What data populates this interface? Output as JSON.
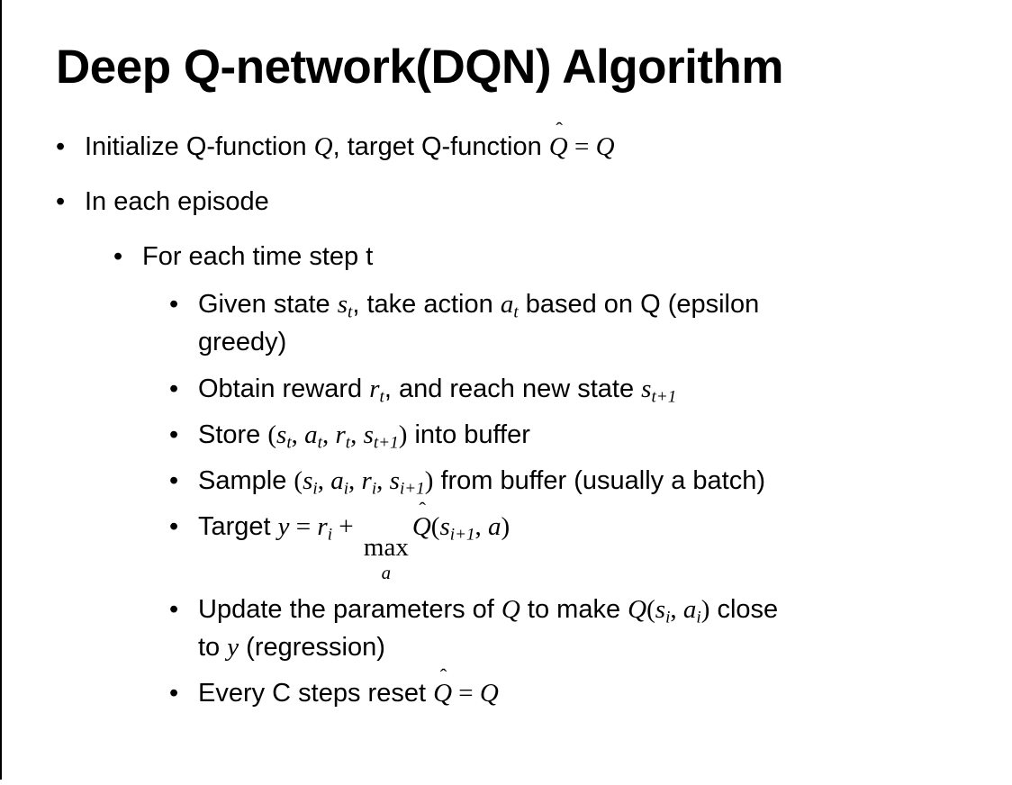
{
  "slide": {
    "title": "Deep Q-network(DQN) Algorithm",
    "bullet_glyph": "•"
  },
  "bullets": [
    {
      "level": 1,
      "segments": [
        {
          "t": "text",
          "v": "Initialize Q-function "
        },
        {
          "t": "var",
          "v": "Q"
        },
        {
          "t": "text",
          "v": ", target Q-function "
        },
        {
          "t": "hat",
          "v": "Q",
          "accent": "ˆ"
        },
        {
          "t": "math",
          "v": " = "
        },
        {
          "t": "var",
          "v": "Q"
        }
      ]
    },
    {
      "level": 1,
      "segments": [
        {
          "t": "text",
          "v": "In each episode"
        }
      ]
    },
    {
      "level": 2,
      "segments": [
        {
          "t": "text",
          "v": "For each time step t"
        }
      ]
    },
    {
      "level": 3,
      "segments": [
        {
          "t": "text",
          "v": "Given state "
        },
        {
          "t": "var",
          "v": "s"
        },
        {
          "t": "sub",
          "v": "t"
        },
        {
          "t": "text",
          "v": ", take action "
        },
        {
          "t": "var",
          "v": "a"
        },
        {
          "t": "sub",
          "v": "t"
        },
        {
          "t": "text",
          "v": " based on Q (epsilon"
        },
        {
          "t": "br"
        },
        {
          "t": "text",
          "v": "greedy)"
        }
      ]
    },
    {
      "level": 3,
      "segments": [
        {
          "t": "text",
          "v": "Obtain reward "
        },
        {
          "t": "var",
          "v": "r"
        },
        {
          "t": "sub",
          "v": "t"
        },
        {
          "t": "text",
          "v": ", and reach new state "
        },
        {
          "t": "var",
          "v": "s"
        },
        {
          "t": "sub",
          "v": "t+1"
        }
      ]
    },
    {
      "level": 3,
      "segments": [
        {
          "t": "text",
          "v": "Store "
        },
        {
          "t": "math",
          "v": "("
        },
        {
          "t": "var",
          "v": "s"
        },
        {
          "t": "sub",
          "v": "t"
        },
        {
          "t": "math",
          "v": ", "
        },
        {
          "t": "var",
          "v": "a"
        },
        {
          "t": "sub",
          "v": "t"
        },
        {
          "t": "math",
          "v": ", "
        },
        {
          "t": "var",
          "v": "r"
        },
        {
          "t": "sub",
          "v": "t"
        },
        {
          "t": "math",
          "v": ", "
        },
        {
          "t": "var",
          "v": "s"
        },
        {
          "t": "sub",
          "v": "t+1"
        },
        {
          "t": "math",
          "v": ")"
        },
        {
          "t": "text",
          "v": " into buffer"
        }
      ]
    },
    {
      "level": 3,
      "segments": [
        {
          "t": "text",
          "v": "Sample "
        },
        {
          "t": "math",
          "v": "("
        },
        {
          "t": "var",
          "v": "s"
        },
        {
          "t": "sub",
          "v": "i"
        },
        {
          "t": "math",
          "v": ", "
        },
        {
          "t": "var",
          "v": "a"
        },
        {
          "t": "sub",
          "v": "i"
        },
        {
          "t": "math",
          "v": ", "
        },
        {
          "t": "var",
          "v": "r"
        },
        {
          "t": "sub",
          "v": "i"
        },
        {
          "t": "math",
          "v": ", "
        },
        {
          "t": "var",
          "v": "s"
        },
        {
          "t": "sub",
          "v": "i+1"
        },
        {
          "t": "math",
          "v": ")"
        },
        {
          "t": "text",
          "v": " from buffer (usually a batch)"
        }
      ]
    },
    {
      "level": 3,
      "segments": [
        {
          "t": "text",
          "v": "Target "
        },
        {
          "t": "var",
          "v": "y"
        },
        {
          "t": "math",
          "v": " = "
        },
        {
          "t": "var",
          "v": "r"
        },
        {
          "t": "sub",
          "v": "i"
        },
        {
          "t": "math",
          "v": " + "
        },
        {
          "t": "maxunder",
          "v": "max",
          "under": "a"
        },
        {
          "t": "hat",
          "v": "Q",
          "accent": "ˆ"
        },
        {
          "t": "math",
          "v": "("
        },
        {
          "t": "var",
          "v": "s"
        },
        {
          "t": "sub",
          "v": "i+1"
        },
        {
          "t": "math",
          "v": ", "
        },
        {
          "t": "var",
          "v": "a"
        },
        {
          "t": "math",
          "v": ")"
        }
      ]
    },
    {
      "level": 3,
      "segments": [
        {
          "t": "text",
          "v": "Update the parameters of "
        },
        {
          "t": "var",
          "v": "Q"
        },
        {
          "t": "text",
          "v": " to make "
        },
        {
          "t": "var",
          "v": "Q"
        },
        {
          "t": "math",
          "v": "("
        },
        {
          "t": "var",
          "v": "s"
        },
        {
          "t": "sub",
          "v": "i"
        },
        {
          "t": "math",
          "v": ", "
        },
        {
          "t": "var",
          "v": "a"
        },
        {
          "t": "sub",
          "v": "i"
        },
        {
          "t": "math",
          "v": ")"
        },
        {
          "t": "text",
          "v": " close"
        },
        {
          "t": "br"
        },
        {
          "t": "text",
          "v": "to "
        },
        {
          "t": "var",
          "v": "y"
        },
        {
          "t": "text",
          "v": " (regression)"
        }
      ]
    },
    {
      "level": 3,
      "segments": [
        {
          "t": "text",
          "v": "Every C steps reset "
        },
        {
          "t": "hat",
          "v": "Q",
          "accent": "ˆ"
        },
        {
          "t": "math",
          "v": " = "
        },
        {
          "t": "var",
          "v": "Q"
        }
      ]
    }
  ]
}
